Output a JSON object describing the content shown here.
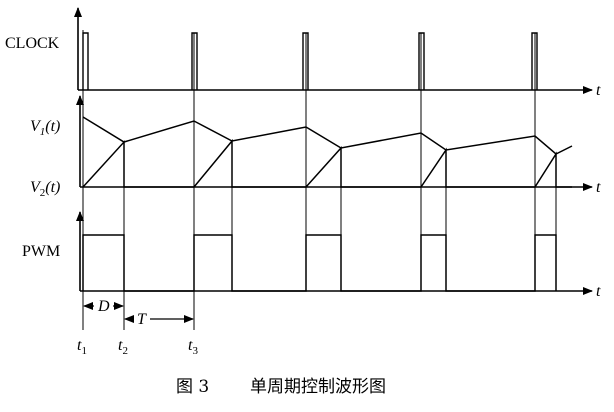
{
  "signals": {
    "clock": {
      "label": "CLOCK"
    },
    "v1": {
      "label_main": "V",
      "label_sub": "1",
      "label_arg": "(t)"
    },
    "v2": {
      "label_main": "V",
      "label_sub": "2",
      "label_arg": "(t)"
    },
    "pwm": {
      "label": "PWM"
    }
  },
  "axis_symbol": "t",
  "annotations": {
    "d": "D",
    "t_period": "T",
    "t1_main": "t",
    "t1_sub": "1",
    "t2_main": "t",
    "t2_sub": "2",
    "t3_main": "t",
    "t3_sub": "3"
  },
  "caption": {
    "figure": "图 3",
    "title": "单周期控制波形图"
  }
}
